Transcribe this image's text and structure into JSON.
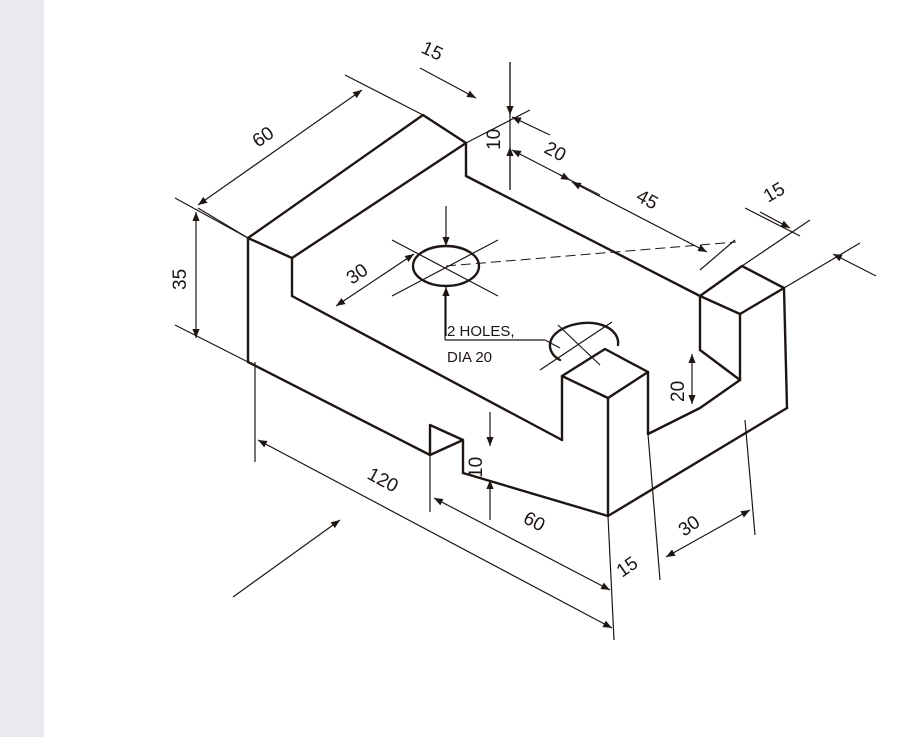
{
  "dimensions": {
    "d60_top": "60",
    "d15_top": "15",
    "d10_top": "10",
    "d20_top": "20",
    "d45": "45",
    "d15_right": "15",
    "d35": "35",
    "d30_hole": "30",
    "d20_slot": "20",
    "d10_bottom": "10",
    "d120": "120",
    "d60_bottom": "60",
    "d15_bottom": "15",
    "d30_bottom": "30"
  },
  "note": {
    "line1": "2 HOLES,",
    "line2": "DIA 20"
  },
  "colors": {
    "ink": "#1e1612",
    "sidebar": "#e8eaef",
    "paper": "#ffffff"
  }
}
